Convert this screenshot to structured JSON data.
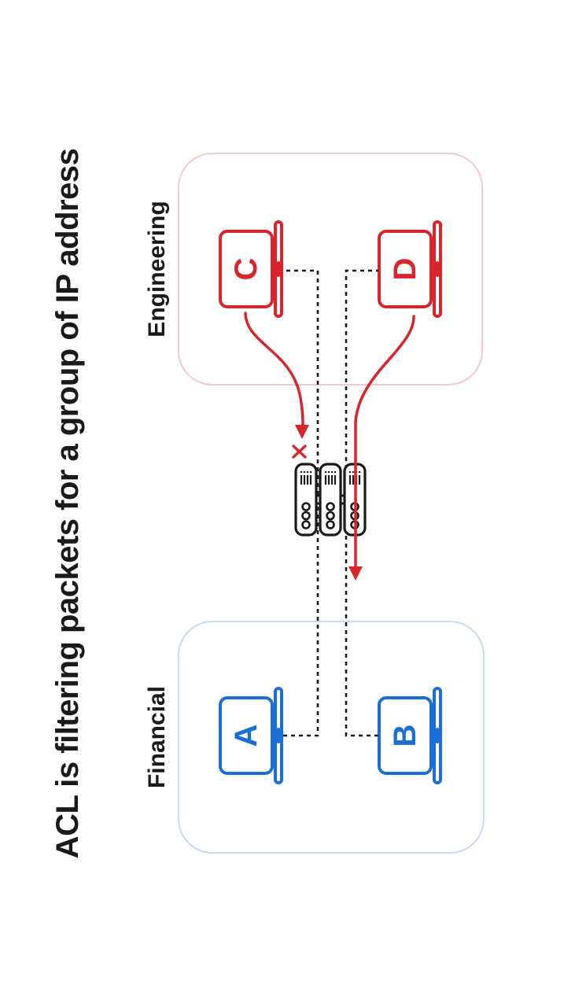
{
  "title": "ACL is filtering packets for a group of IP address",
  "groups": {
    "engineering": {
      "label": "Engineering",
      "accent": "#d8242b",
      "border": "#f5c9c9"
    },
    "financial": {
      "label": "Financial",
      "accent": "#1b6ed3",
      "border": "#c8daf0"
    }
  },
  "computers": [
    {
      "label": "A",
      "group": "Financial"
    },
    {
      "label": "B",
      "group": "Financial"
    },
    {
      "label": "C",
      "group": "Engineering"
    },
    {
      "label": "D",
      "group": "Engineering"
    }
  ],
  "network": {
    "acl_switch_units": 3,
    "dashed_links": [
      {
        "from": "A",
        "to": "switch"
      },
      {
        "from": "B",
        "to": "switch"
      },
      {
        "from": "C",
        "to": "switch"
      },
      {
        "from": "D",
        "to": "switch"
      }
    ],
    "flows": [
      {
        "from": "C",
        "result": "blocked",
        "marker": "x"
      },
      {
        "from": "D",
        "result": "allowed",
        "to": "Financial"
      }
    ]
  },
  "colors": {
    "red": "#d8242b",
    "blue": "#1b6ed3",
    "ink": "#1a1a1a",
    "engineering_border": "#f5c9c9",
    "financial_border": "#c8daf0"
  }
}
